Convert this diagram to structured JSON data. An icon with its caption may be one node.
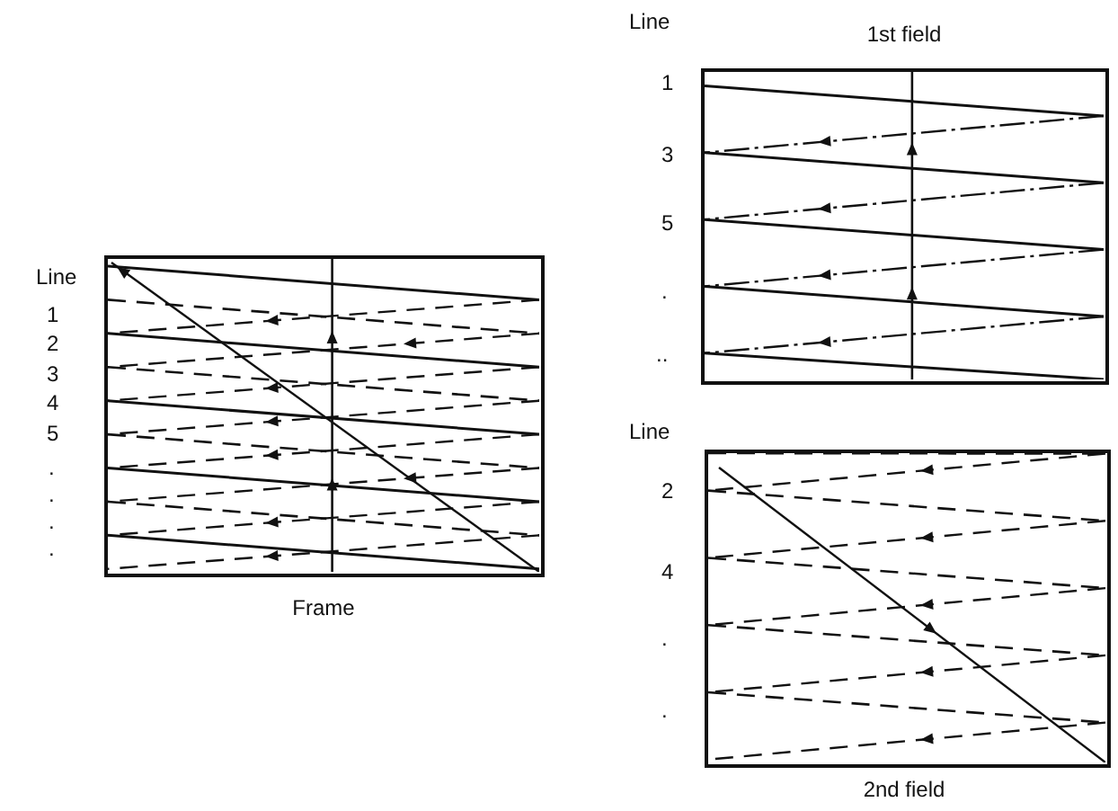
{
  "diagram": {
    "nodes": [
      {
        "text": [],
        "shape": "box",
        "beside": [
          "1st field"
        ]
      },
      {
        "text": [],
        "shape": "box",
        "beside": [
          "Frame"
        ]
      },
      {
        "text": [],
        "shape": "box",
        "beside": [
          "2nd field"
        ]
      }
    ],
    "labels": [
      "Line",
      "1",
      "3",
      "5",
      ".",
      "..",
      "Line",
      "1",
      "2",
      "3",
      "4",
      "5",
      ".",
      ".",
      ".",
      ".",
      "Line",
      "2",
      "4",
      ".",
      "."
    ]
  }
}
